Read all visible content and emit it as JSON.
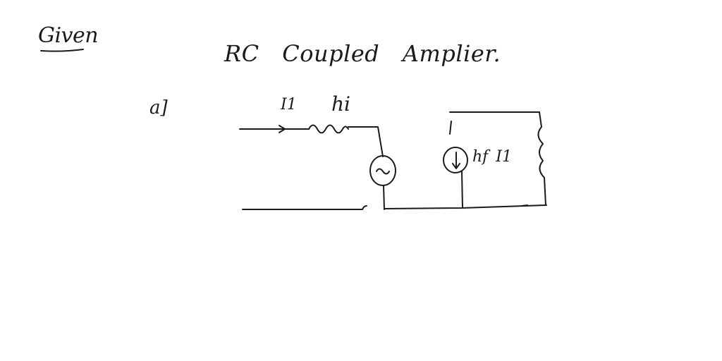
{
  "page": {
    "heading": "Given",
    "title": "RC Coupled Amplier.",
    "part_label": "a]"
  },
  "circuit": {
    "input_current_label": "I1",
    "input_resistance_label": "hi",
    "dependent_source_label": "hf I1",
    "voltage_source_symbol": "~"
  },
  "colors": {
    "ink": "#1b1b1b",
    "background": "#ffffff"
  }
}
